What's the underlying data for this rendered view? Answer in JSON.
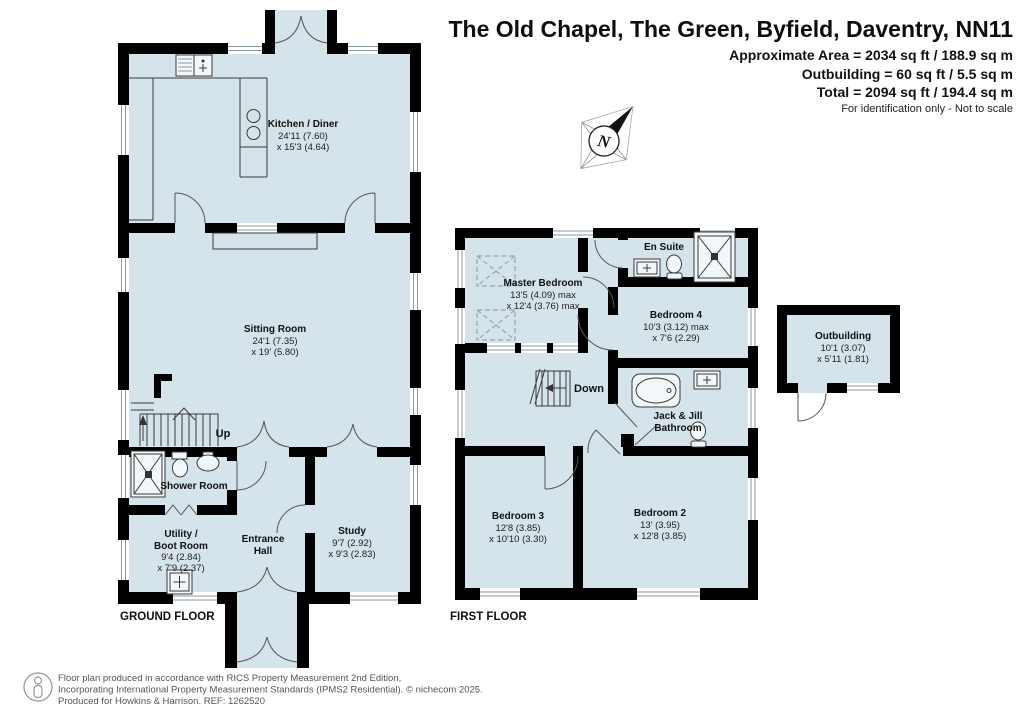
{
  "header": {
    "title": "The Old Chapel, The Green, Byfield, Daventry, NN11",
    "approximate_area": "Approximate Area = 2034 sq ft / 188.9 sq m",
    "outbuilding_area": "Outbuilding = 60 sq ft / 5.5 sq m",
    "total_area": "Total = 2094 sq ft / 194.4 sq m",
    "disclaimer": "For identification only - Not to scale"
  },
  "compass": {
    "north": "N"
  },
  "floors": {
    "ground": {
      "label": "GROUND FLOOR",
      "stairs_label": "Up",
      "rooms": {
        "kitchen": {
          "name": "Kitchen / Diner",
          "dim1": "24'11 (7.60)",
          "dim2": "x 15'3 (4.64)"
        },
        "sitting": {
          "name": "Sitting Room",
          "dim1": "24'1 (7.35)",
          "dim2": "x 19' (5.80)"
        },
        "shower": {
          "name": "Shower Room"
        },
        "utility": {
          "name1": "Utility /",
          "name2": "Boot Room",
          "dim1": "9'4 (2.84)",
          "dim2": "x 7'9 (2.37)"
        },
        "entrance": {
          "name1": "Entrance",
          "name2": "Hall"
        },
        "study": {
          "name": "Study",
          "dim1": "9'7 (2.92)",
          "dim2": "x 9'3 (2.83)"
        }
      }
    },
    "first": {
      "label": "FIRST FLOOR",
      "stairs_label": "Down",
      "rooms": {
        "master": {
          "name": "Master Bedroom",
          "dim1": "13'5 (4.09) max",
          "dim2": "x 12'4 (3.76) max"
        },
        "ensuite": {
          "name": "En Suite"
        },
        "bedroom4": {
          "name": "Bedroom 4",
          "dim1": "10'3 (3.12) max",
          "dim2": "x 7'6 (2.29)"
        },
        "bathroom": {
          "name1": "Jack & Jill",
          "name2": "Bathroom"
        },
        "bedroom3": {
          "name": "Bedroom 3",
          "dim1": "12'8 (3.85)",
          "dim2": "x 10'10 (3.30)"
        },
        "bedroom2": {
          "name": "Bedroom 2",
          "dim1": "13' (3.95)",
          "dim2": "x 12'8 (3.85)"
        }
      }
    },
    "outbuilding": {
      "rooms": {
        "outbuilding": {
          "name": "Outbuilding",
          "dim1": "10'1 (3.07)",
          "dim2": "x 5'11 (1.81)"
        }
      }
    }
  },
  "footer": {
    "line1": "Floor plan produced in accordance with RICS Property Measurement 2nd Edition,",
    "line2": "Incorporating International Property Measurement Standards (IPMS2 Residential).   © nichecom 2025.",
    "line3": "Produced for Howkins & Harrison.   REF: 1262520"
  },
  "colors": {
    "room_fill": "#d5e3ea",
    "wall": "#000000"
  }
}
